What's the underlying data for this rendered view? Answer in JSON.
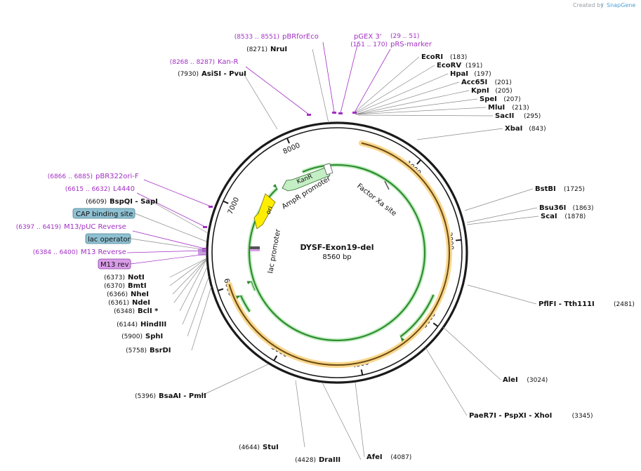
{
  "credit": {
    "prefix": "Created by",
    "brand": "SnapGene"
  },
  "plasmid": {
    "name": "DYSF-Exon19-del",
    "size": "8560 bp"
  },
  "ticks": [
    {
      "label": "1000",
      "bp": 1000
    },
    {
      "label": "2000",
      "bp": 2000
    },
    {
      "label": "3000",
      "bp": 3000
    },
    {
      "label": "4000",
      "bp": 4000
    },
    {
      "label": "5000",
      "bp": 5000
    },
    {
      "label": "6000",
      "bp": 6000
    },
    {
      "label": "7000",
      "bp": 7000
    },
    {
      "label": "8000",
      "bp": 8000
    }
  ],
  "enzymes": [
    {
      "name": "EcoRI",
      "pos": "(183)",
      "bp": 183,
      "side": "right"
    },
    {
      "name": "EcoRV",
      "pos": "(191)",
      "bp": 191,
      "side": "right"
    },
    {
      "name": "HpaI",
      "pos": "(197)",
      "bp": 197,
      "side": "right"
    },
    {
      "name": "Acc65I",
      "pos": "(201)",
      "bp": 201,
      "side": "right"
    },
    {
      "name": "KpnI",
      "pos": "(205)",
      "bp": 205,
      "side": "right"
    },
    {
      "name": "SpeI",
      "pos": "(207)",
      "bp": 207,
      "side": "right"
    },
    {
      "name": "MluI",
      "pos": "(213)",
      "bp": 213,
      "side": "right"
    },
    {
      "name": "SacII",
      "pos": "(295)",
      "bp": 295,
      "side": "right"
    },
    {
      "name": "XbaI",
      "pos": "(843)",
      "bp": 843,
      "side": "right"
    },
    {
      "name": "BstBI",
      "pos": "(1725)",
      "bp": 1725,
      "side": "right"
    },
    {
      "name": "Bsu36I",
      "pos": "(1863)",
      "bp": 1863,
      "side": "right"
    },
    {
      "name": "ScaI",
      "pos": "(1878)",
      "bp": 1878,
      "side": "right"
    },
    {
      "name": "PflFI - Tth111I",
      "pos": "(2481)",
      "bp": 2481,
      "side": "right"
    },
    {
      "name": "AleI",
      "pos": "(3024)",
      "bp": 3024,
      "side": "right"
    },
    {
      "name": "PaeR7I - PspXI - XhoI",
      "pos": "(3345)",
      "bp": 3345,
      "side": "right"
    },
    {
      "name": "AfeI",
      "pos": "(4087)",
      "bp": 4087,
      "side": "right"
    },
    {
      "name": "DraIII",
      "pos": "(4428)",
      "bp": 4428,
      "side": "left"
    },
    {
      "name": "StuI",
      "pos": "(4644)",
      "bp": 4644,
      "side": "left"
    },
    {
      "name": "BsaAI - PmlI",
      "pos": "(5396)",
      "bp": 5396,
      "side": "left"
    },
    {
      "name": "BsrDI",
      "pos": "(5758)",
      "bp": 5758,
      "side": "left"
    },
    {
      "name": "SphI",
      "pos": "(5900)",
      "bp": 5900,
      "side": "left"
    },
    {
      "name": "HindIII",
      "pos": "(6144)",
      "bp": 6144,
      "side": "left"
    },
    {
      "name": "BclI *",
      "pos": "(6348)",
      "bp": 6348,
      "side": "left"
    },
    {
      "name": "NdeI",
      "pos": "(6361)",
      "bp": 6361,
      "side": "left"
    },
    {
      "name": "NheI",
      "pos": "(6366)",
      "bp": 6366,
      "side": "left"
    },
    {
      "name": "BmtI",
      "pos": "(6370)",
      "bp": 6370,
      "side": "left"
    },
    {
      "name": "NotI",
      "pos": "(6373)",
      "bp": 6373,
      "side": "left"
    },
    {
      "name": "BspQI - SapI",
      "pos": "(6609)",
      "bp": 6609,
      "side": "left"
    },
    {
      "name": "AsiSI - PvuI",
      "pos": "(7930)",
      "bp": 7930,
      "side": "left"
    },
    {
      "name": "NruI",
      "pos": "(8271)",
      "bp": 8271,
      "side": "left"
    }
  ],
  "primers": [
    {
      "name": "pBRforEco",
      "pos": "(8533 .. 8551)",
      "bp": 8542
    },
    {
      "name": "Kan-R",
      "pos": "(8268 .. 8287)",
      "bp": 8278
    },
    {
      "name": "pGEX 3'",
      "pos": "",
      "bp": 5
    },
    {
      "name": "pRS-marker",
      "pos": "(151 .. 170)",
      "bp": 160
    },
    {
      "name": "pBR322ori-F",
      "pos": "(6866 .. 6885)",
      "bp": 6876
    },
    {
      "name": "L4440",
      "pos": "(6615 .. 6632)",
      "bp": 6624
    },
    {
      "name": "M13/pUC Reverse",
      "pos": "(6397 .. 6419)",
      "bp": 6408
    },
    {
      "name": "M13 Reverse",
      "pos": "(6384 .. 6400)",
      "bp": 6392
    },
    {
      "name": "M13 rev",
      "pos": "",
      "bp": 6386
    }
  ],
  "small_pos": [
    "(29 .. 51)"
  ],
  "boxed_features": [
    {
      "name": "CAP binding site",
      "color": "#8fc1d2"
    },
    {
      "name": "lac operator",
      "color": "#8fc1d2"
    },
    {
      "name": "M13 rev",
      "color": "#d99ce8"
    }
  ],
  "features": [
    {
      "name": "KanR",
      "color": "#c4eec4"
    },
    {
      "name": "AmpR promoter",
      "color": "#ffffff"
    },
    {
      "name": "ori",
      "color": "#ffee00"
    },
    {
      "name": "lac promoter",
      "color": "#ffffff"
    },
    {
      "name": "Factor Xa site",
      "color": "#ffffff"
    }
  ],
  "colors": {
    "insert": "#f3b54a",
    "gene": "#2d8c2d",
    "primer": "#a22fc4",
    "backbone": "#1a1a1a"
  }
}
